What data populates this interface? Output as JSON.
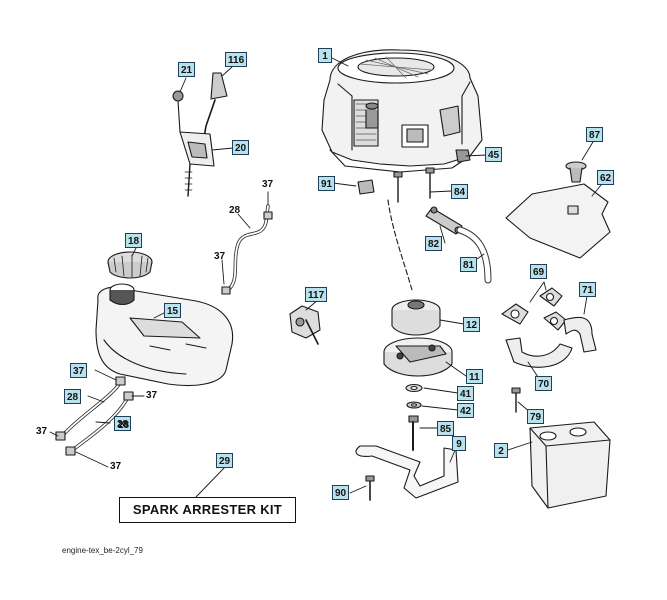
{
  "callouts": {
    "c1": "1",
    "c21": "21",
    "c116": "116",
    "c20": "20",
    "c45": "45",
    "c91": "91",
    "c84": "84",
    "c82": "82",
    "c81": "81",
    "c87": "87",
    "c62": "62",
    "c18": "18",
    "c15": "15",
    "c117": "117",
    "c12": "12",
    "c11": "11",
    "c41": "41",
    "c42": "42",
    "c85": "85",
    "c9": "9",
    "c90": "90",
    "c69": "69",
    "c71": "71",
    "c70": "70",
    "c79": "79",
    "c2": "2",
    "c37a": "37",
    "c28a": "28",
    "c29": "29",
    "c28b": "28"
  },
  "plain_labels": {
    "l37a": "37",
    "l28a": "28",
    "l37b": "37",
    "l37c": "37",
    "l28c": "28",
    "l37d": "37",
    "l37e": "37"
  },
  "kit_label": "SPARK ARRESTER KIT",
  "file_name": "engine-tex_be-2cyl_79"
}
